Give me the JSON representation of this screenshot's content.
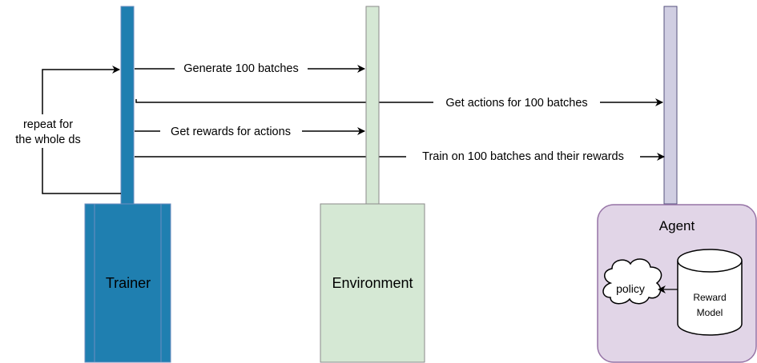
{
  "actors": {
    "trainer": {
      "label": "Trainer",
      "fill": "#1f7fb0",
      "stroke": "#6c8ebf"
    },
    "environment": {
      "label": "Environment",
      "fill": "#d5e8d4",
      "stroke": "#8a8a8a"
    },
    "agent": {
      "label": "Agent",
      "fill": "#e1d5e7",
      "stroke": "#9673a6",
      "policy_label": "policy",
      "reward_model_label_line1": "Reward",
      "reward_model_label_line2": "Model"
    }
  },
  "loop": {
    "label_line1": "repeat for",
    "label_line2": "the whole ds"
  },
  "messages": [
    {
      "label": "Generate 100 batches",
      "from": "Trainer",
      "to": "Environment"
    },
    {
      "label": "Get actions for 100 batches",
      "from": "Trainer",
      "to": "Agent"
    },
    {
      "label": "Get rewards for actions",
      "from": "Trainer",
      "to": "Environment"
    },
    {
      "label": "Train on 100 batches and their rewards",
      "from": "Trainer",
      "to": "Agent"
    }
  ]
}
